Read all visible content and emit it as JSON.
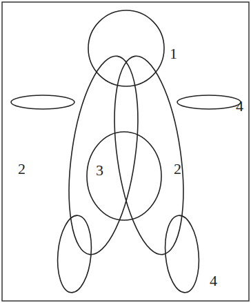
{
  "diagram": {
    "nodes": [
      {
        "text": [
          "3"
        ]
      }
    ],
    "labels": [
      "1",
      "4",
      "2",
      "2",
      "4"
    ]
  }
}
